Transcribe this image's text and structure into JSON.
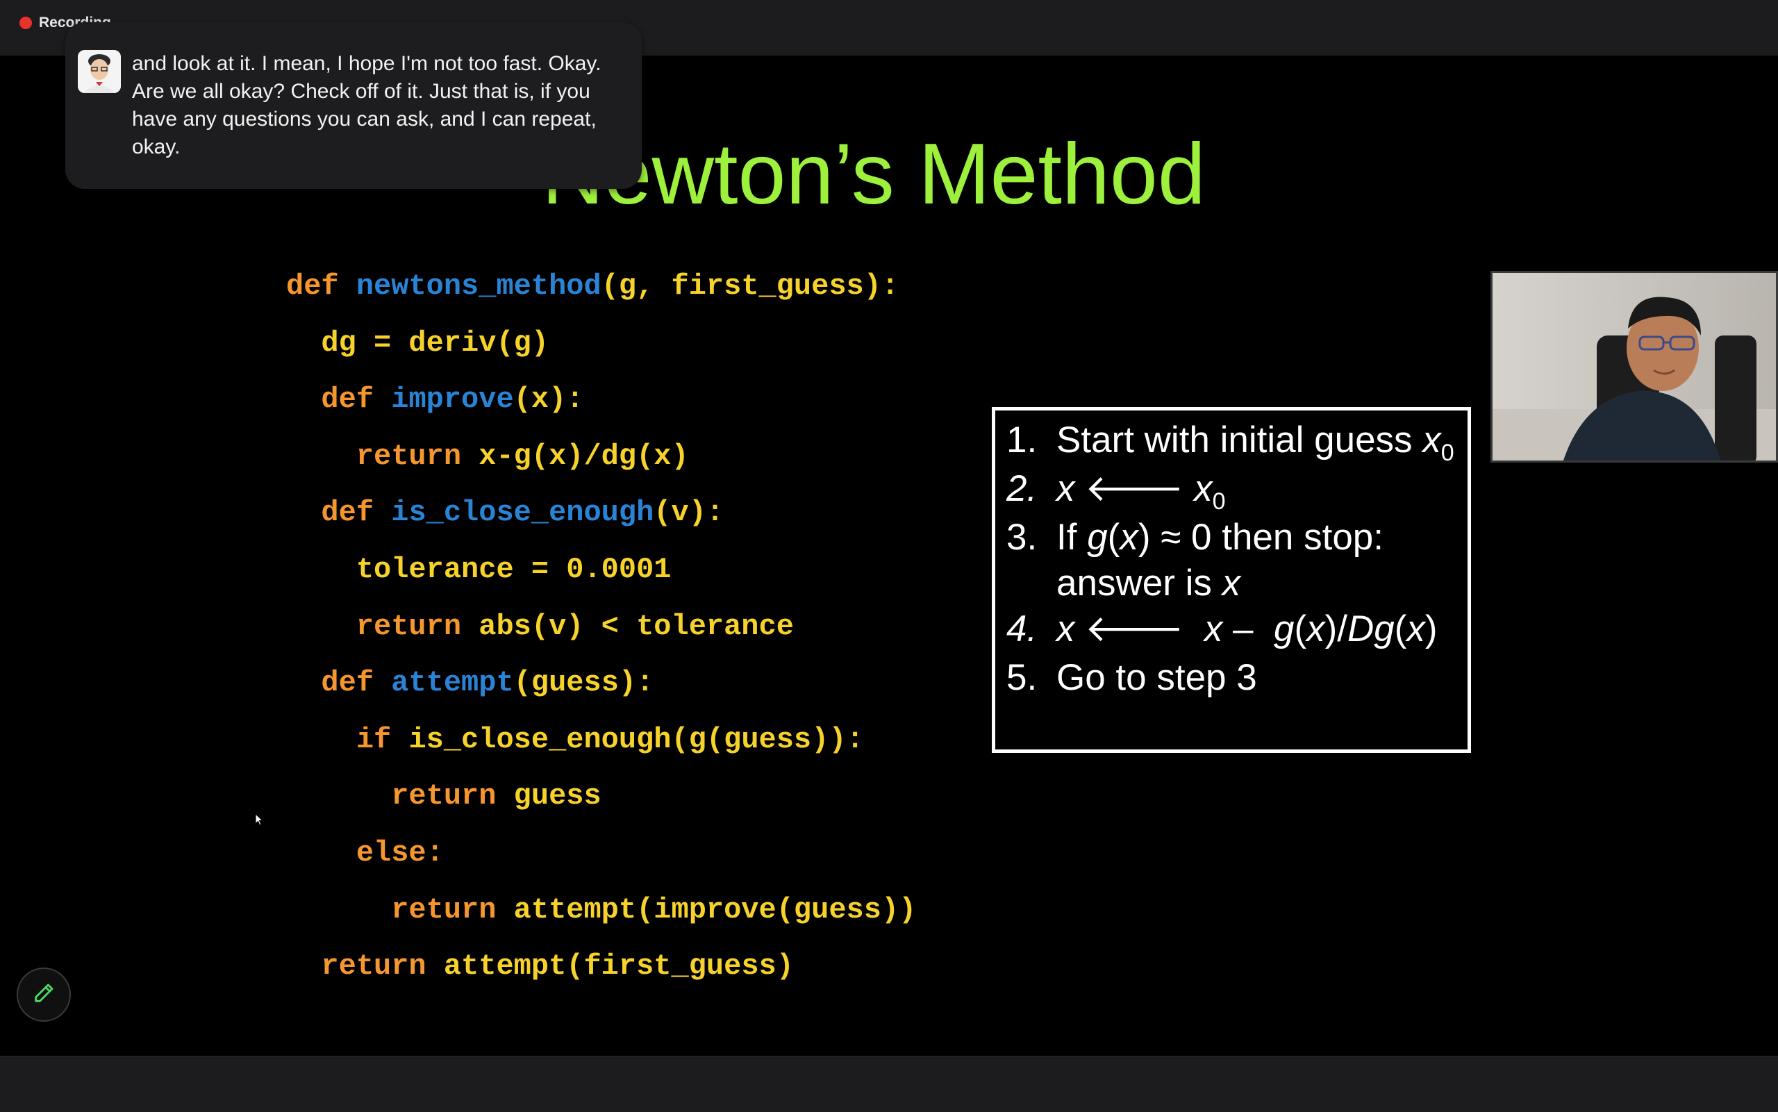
{
  "recording": {
    "label": "Recording"
  },
  "caption": {
    "text": "and look at it. I mean, I hope I'm not too fast. Okay. Are we all okay? Check off of it. Just that is, if you have any questions you can ask, and I can repeat, okay."
  },
  "slide": {
    "title": "Newton’s Method",
    "code_lines": [
      [
        {
          "t": "def ",
          "c": "kw"
        },
        {
          "t": "newtons_method",
          "c": "fn"
        },
        {
          "t": "(g, first_guess):",
          "c": "tx"
        }
      ],
      [
        {
          "t": "  dg = deriv(g)",
          "c": "tx"
        }
      ],
      [
        {
          "t": "  def ",
          "c": "kw"
        },
        {
          "t": "improve",
          "c": "fn"
        },
        {
          "t": "(x):",
          "c": "tx"
        }
      ],
      [
        {
          "t": "    return ",
          "c": "kw"
        },
        {
          "t": "x-g(x)/dg(x)",
          "c": "tx"
        }
      ],
      [
        {
          "t": "  def ",
          "c": "kw"
        },
        {
          "t": "is_close_enough",
          "c": "fn"
        },
        {
          "t": "(v):",
          "c": "tx"
        }
      ],
      [
        {
          "t": "    tolerance = 0.0001",
          "c": "tx"
        }
      ],
      [
        {
          "t": "    return ",
          "c": "kw"
        },
        {
          "t": "abs(v) < tolerance",
          "c": "tx"
        }
      ],
      [
        {
          "t": "  def ",
          "c": "kw"
        },
        {
          "t": "attempt",
          "c": "fn"
        },
        {
          "t": "(guess):",
          "c": "tx"
        }
      ],
      [
        {
          "t": "    if ",
          "c": "kw"
        },
        {
          "t": "is_close_enough(g(guess)):",
          "c": "tx"
        }
      ],
      [
        {
          "t": "      return ",
          "c": "kw"
        },
        {
          "t": "guess",
          "c": "tx"
        }
      ],
      [
        {
          "t": "    else:",
          "c": "kw"
        }
      ],
      [
        {
          "t": "      return ",
          "c": "kw"
        },
        {
          "t": "attempt(improve(guess))",
          "c": "tx"
        }
      ],
      [
        {
          "t": "  return ",
          "c": "kw"
        },
        {
          "t": "attempt(first_guess)",
          "c": "tx"
        }
      ]
    ],
    "steps": [
      {
        "num": "1.",
        "italic_num": false,
        "html": "Start with initial guess <i>x</i><sub>0</sub>"
      },
      {
        "num": "2.",
        "italic_num": true,
        "html": "<i>x</i> &#x1F850; <i>x</i><sub>0</sub>"
      },
      {
        "num": "3.",
        "italic_num": false,
        "html": "If <i>g</i>(<i>x</i>) ≈ 0 then stop:<br>answer is <i>x</i>",
        "tall": true
      },
      {
        "num": "4.",
        "italic_num": true,
        "html": "<i>x</i> &#x1F850;&nbsp; <i>x</i> – &nbsp;<i>g</i>(<i>x</i>)/<i>Dg</i>(<i>x</i>)"
      },
      {
        "num": "5.",
        "italic_num": false,
        "html": "Go to step 3"
      }
    ]
  },
  "colors": {
    "title": "#9df03c",
    "keyword": "#f6962f",
    "function": "#2a84d6",
    "text": "#f6d22a",
    "recording_dot": "#e8322c"
  },
  "icons": {
    "annotate": "pencil-icon",
    "recording": "record-dot-icon"
  }
}
